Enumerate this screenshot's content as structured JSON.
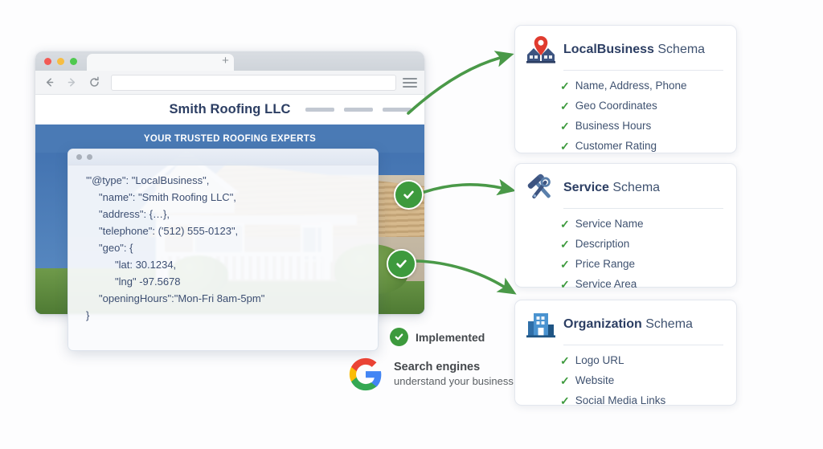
{
  "browser": {
    "tab_label": "",
    "new_tab_icon": "plus-icon",
    "back_icon": "back-arrow-icon",
    "forward_icon": "forward-arrow-icon",
    "reload_icon": "reload-icon",
    "menu_icon": "hamburger-menu-icon",
    "url_value": "",
    "url_placeholder": ""
  },
  "site": {
    "title": "Smith Roofing LLC",
    "hero_tagline": "YOUR TRUSTED ROOFING EXPERTS",
    "nav_placeholder_count": 3
  },
  "code_panel": {
    "window_dots": 2,
    "lines": [
      {
        "text": "'\"@type\": \"LocalBusiness\",",
        "indent": 0
      },
      {
        "text": "\"name\": \"Smith Roofing LLC\",",
        "indent": 1
      },
      {
        "text": "\"address\": {…},",
        "indent": 1
      },
      {
        "text": "\"telephone\": ('512) 555-0123\",",
        "indent": 1
      },
      {
        "text": "\"geo\": {",
        "indent": 1
      },
      {
        "text": "\"lat: 30.1234,",
        "indent": 2
      },
      {
        "text": "\"lng\" -97.5678",
        "indent": 2
      },
      {
        "text": "\"openingHours\":\"Mon-Fri 8am-5pm\"",
        "indent": 1
      },
      {
        "text": "}",
        "indent": 0
      }
    ]
  },
  "cards": [
    {
      "id": "localbusiness",
      "icon": "storefront-map-pin-icon",
      "title_bold": "LocalBusiness",
      "title_rest": " Schema",
      "items": [
        "Name, Address, Phone",
        "Geo Coordinates",
        "Business Hours",
        "Customer Rating"
      ]
    },
    {
      "id": "service",
      "icon": "hammer-wrench-icon",
      "title_bold": "Service",
      "title_rest": " Schema",
      "items": [
        "Service Name",
        "Description",
        "Price Range",
        "Service Area"
      ]
    },
    {
      "id": "organization",
      "icon": "office-building-icon",
      "title_bold": "Organization",
      "title_rest": " Schema",
      "items": [
        "Logo URL",
        "Website",
        "Social Media Links"
      ]
    }
  ],
  "legend": {
    "implemented_label": "Implemented",
    "implemented_icon": "check-circle-icon",
    "google_icon": "google-g-logo",
    "google_line1": "Search engines",
    "google_line2": "understand your business"
  },
  "annotations": {
    "check_upper": "check-circle-icon",
    "check_lower": "check-circle-icon",
    "arrow_top": "curved-arrow-icon",
    "arrow_middle": "curved-arrow-icon",
    "arrow_bottom": "curved-arrow-icon"
  },
  "colors": {
    "brand_blue": "#4a7ab5",
    "title_navy": "#2c3e63",
    "accent_green": "#3d9a3d",
    "pin_red": "#e03b2f",
    "code_text": "#3d4f72",
    "background": "#fdfdfe"
  }
}
